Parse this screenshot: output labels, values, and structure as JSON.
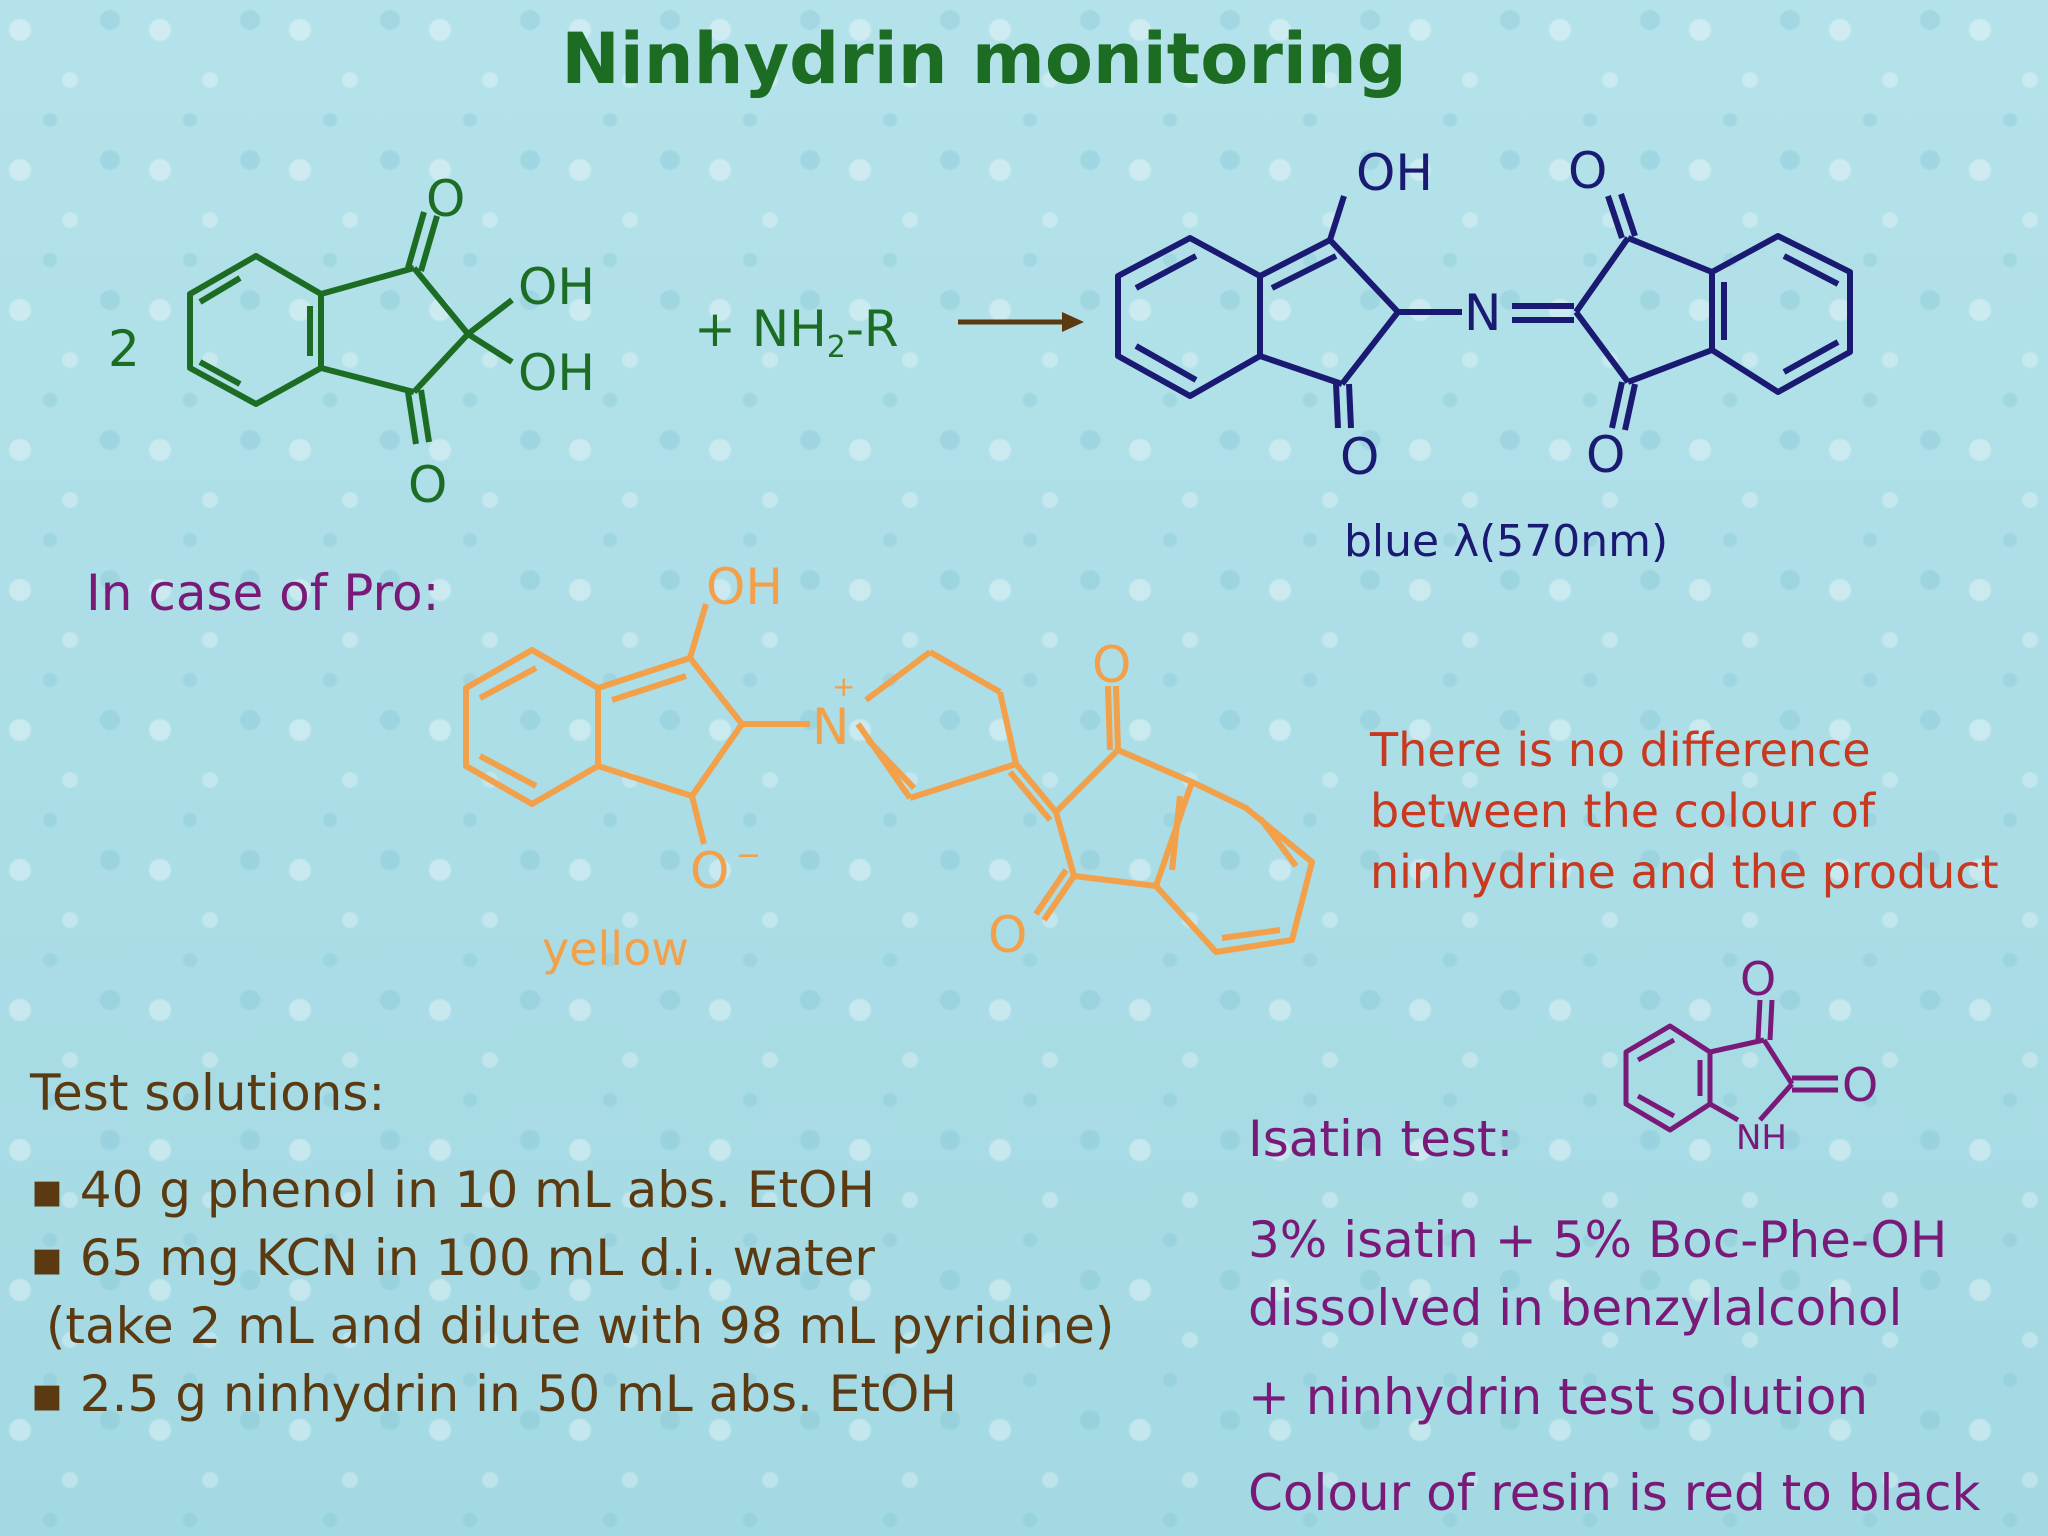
{
  "title": "Ninhydrin monitoring",
  "reaction": {
    "coefficient": "2",
    "ninhydrin_labels": {
      "oh_top": "OH",
      "oh_bottom": "OH",
      "o_top": "O",
      "o_bottom": "O"
    },
    "reagent": {
      "prefix": "+ NH",
      "subscript": "2",
      "suffix": "-R"
    },
    "product_labels": {
      "oh": "OH",
      "o_top": "O",
      "n": "N",
      "o_bottom_left": "O",
      "o_bottom_right": "O"
    },
    "product_caption": "blue  λ(570nm)"
  },
  "proline": {
    "heading": "In case of Pro:",
    "labels": {
      "oh": "OH",
      "n": "N",
      "n_charge": "+",
      "o_top": "O",
      "o_minus": "O",
      "o_minus_charge": "−",
      "o_bottom": "O"
    },
    "caption": "yellow",
    "note": [
      "There is no difference",
      "between the colour of",
      "ninhydrine and the product"
    ]
  },
  "test_solutions": {
    "heading": "Test solutions:",
    "items": [
      "▪ 40 g phenol in 10 mL abs. EtOH",
      "▪ 65 mg KCN in 100 mL d.i. water",
      " (take 2 mL and dilute with 98 mL pyridine)",
      "▪ 2.5 g ninhydrin in 50 mL abs. EtOH"
    ]
  },
  "isatin": {
    "heading": "Isatin test:",
    "labels": {
      "o_top": "O",
      "o_right": "O",
      "nh": "NH"
    },
    "lines": [
      "3% isatin + 5% Boc-Phe-OH",
      "dissolved in benzylalcohol",
      "+ ninhydrin test solution",
      "Colour of resin is red to black"
    ]
  },
  "colors": {
    "ninhydrin": "#1c6d23",
    "product": "#1a1a72",
    "proline": "#f2a04a",
    "isatin": "#7a1a78",
    "arrow": "#5b3a12"
  }
}
